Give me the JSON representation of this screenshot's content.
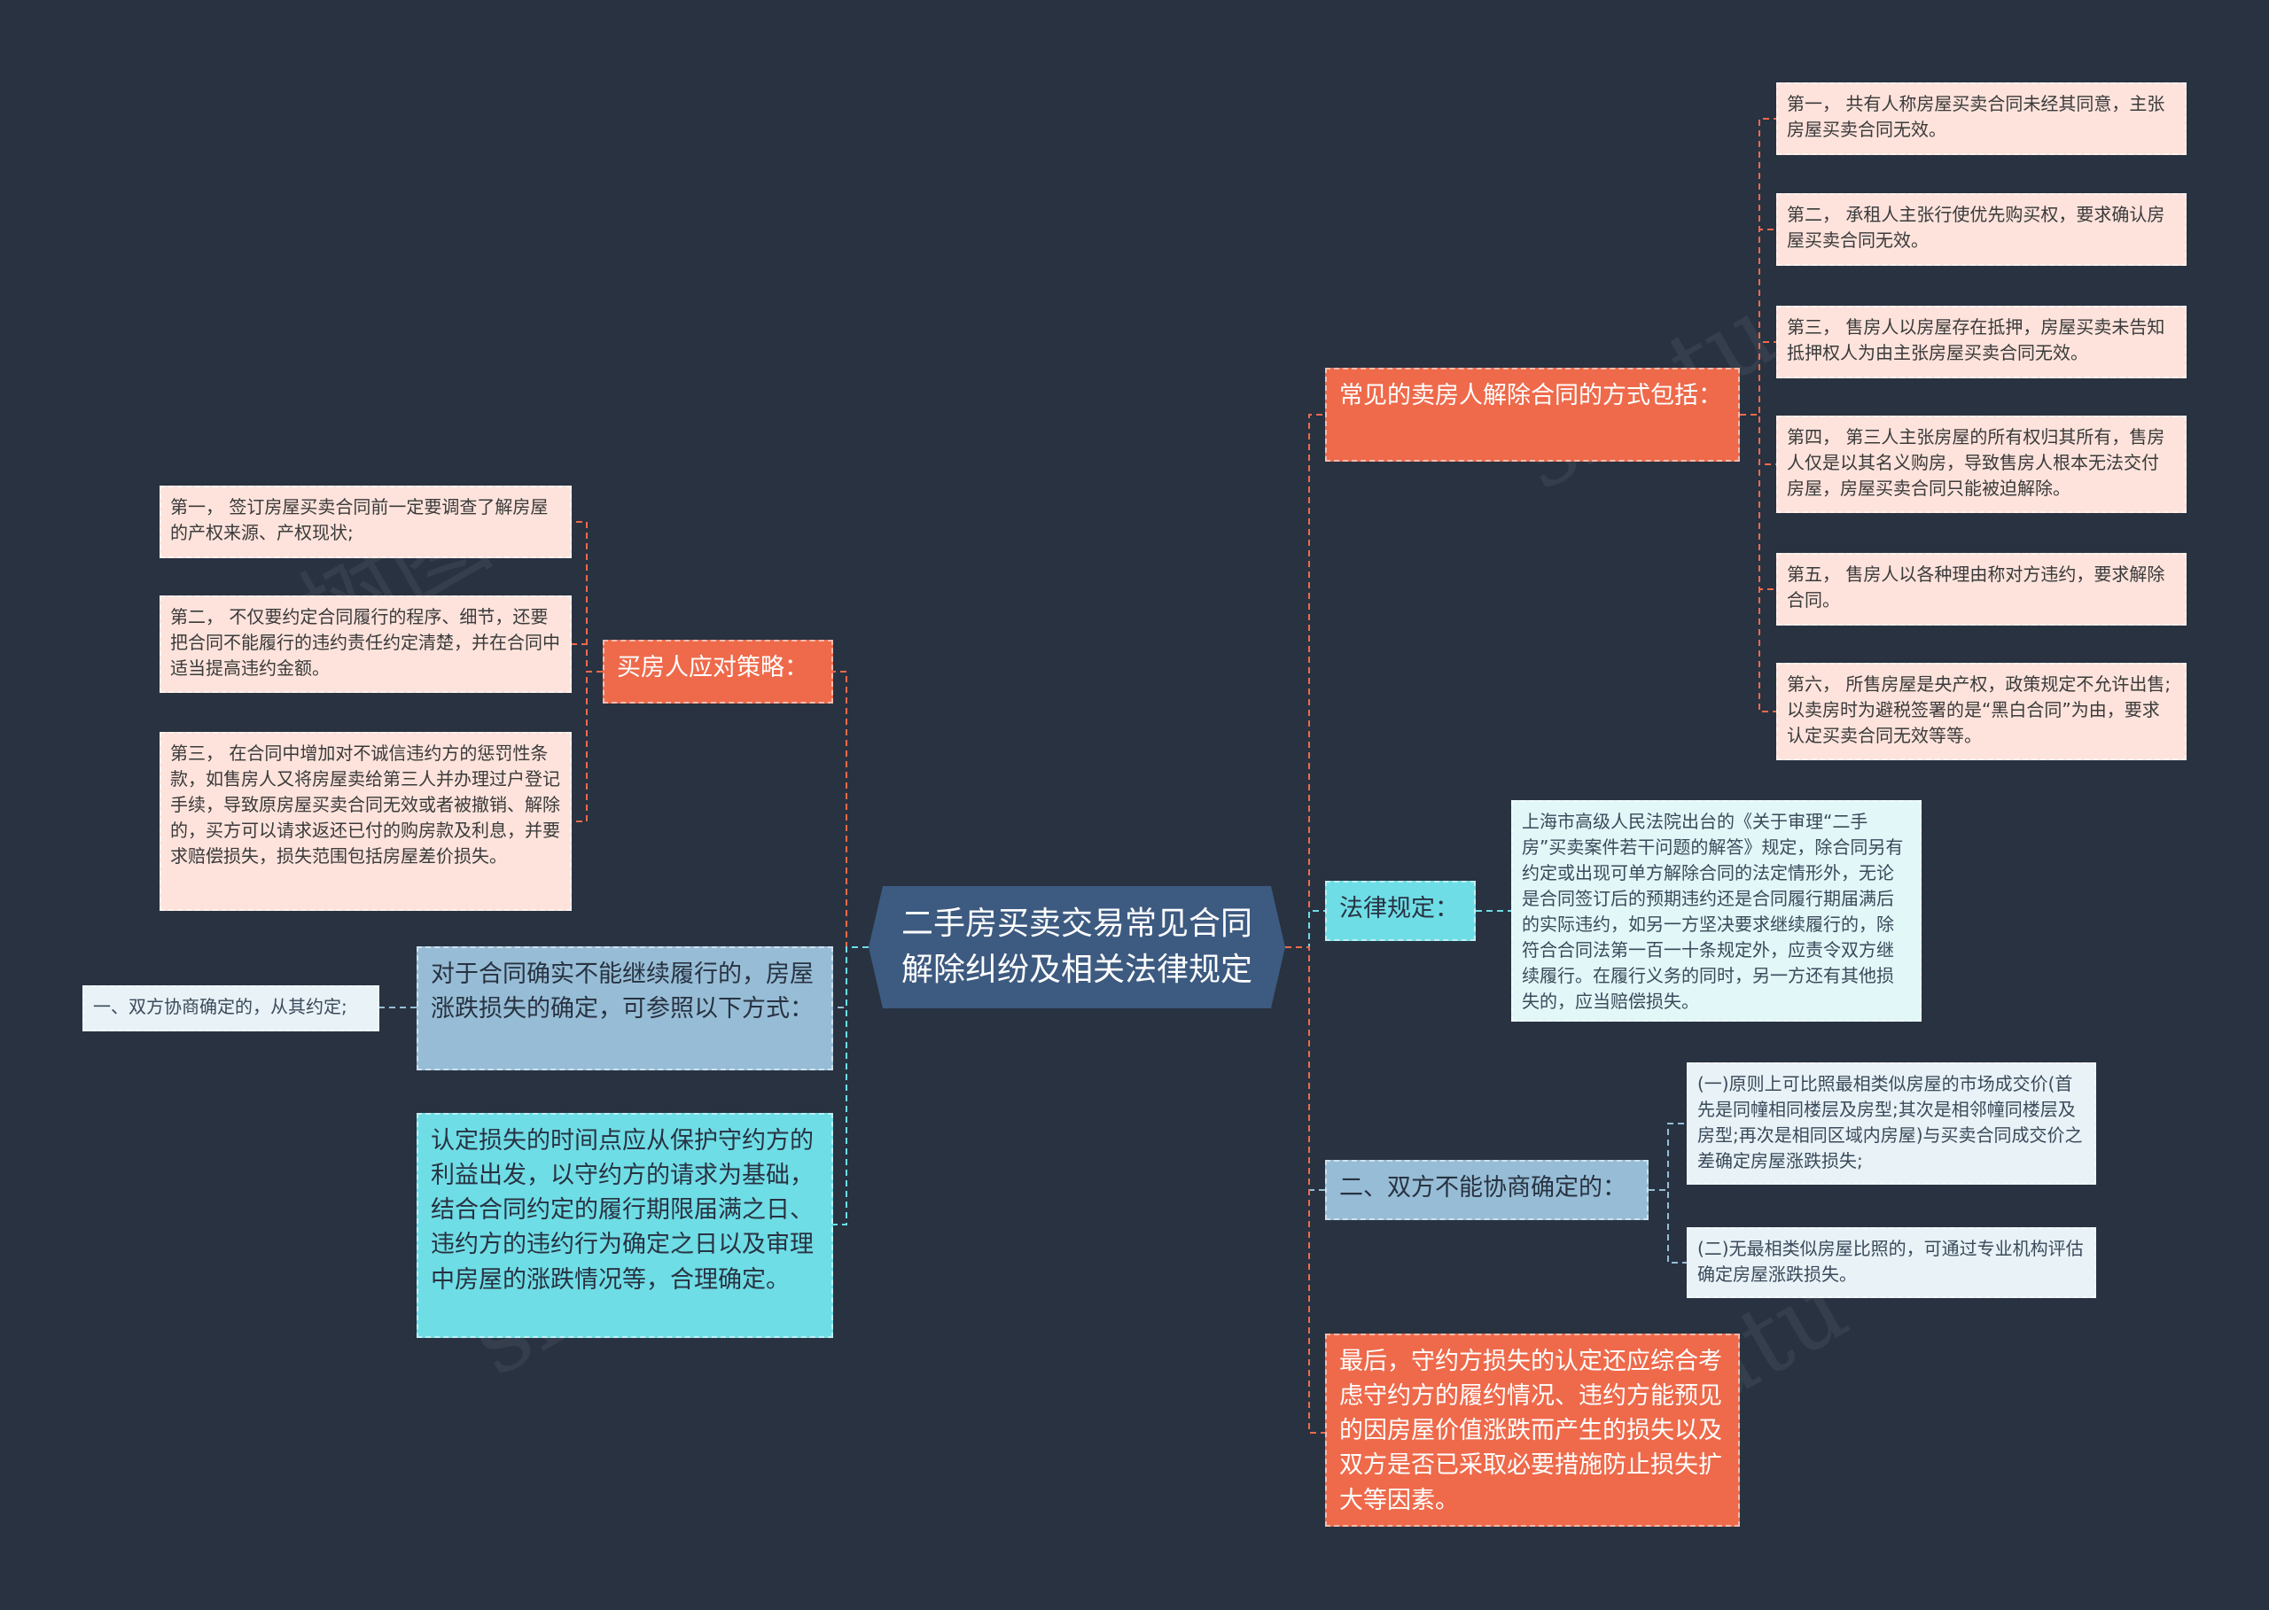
{
  "center": {
    "title": "二手房买卖交易常见合同解除纠纷及相关法律规定"
  },
  "left": {
    "buyer": {
      "label": "买房人应对策略：",
      "items": [
        "第一， 签订房屋买卖合同前一定要调查了解房屋的产权来源、产权现状;",
        "第二， 不仅要约定合同履行的程序、细节，还要把合同不能履行的违约责任约定清楚，并在合同中适当提高违约金额。",
        "第三， 在合同中增加对不诚信违约方的惩罚性条款，如售房人又将房屋卖给第三人并办理过户登记手续，导致原房屋买卖合同无效或者被撤销、解除的，买方可以请求返还已付的购房款及利息，并要求赔偿损失，损失范围包括房屋差价损失。"
      ]
    },
    "loss": {
      "label": "对于合同确实不能继续履行的，房屋涨跌损失的确定，可参照以下方式：",
      "items": [
        "一、双方协商确定的，从其约定;"
      ]
    },
    "time": {
      "label": "认定损失的时间点应从保护守约方的利益出发，以守约方的请求为基础，结合合同约定的履行期限届满之日、违约方的违约行为确定之日以及审理中房屋的涨跌情况等，合理确定。"
    }
  },
  "right": {
    "seller": {
      "label": "常见的卖房人解除合同的方式包括：",
      "items": [
        "第一， 共有人称房屋买卖合同未经其同意，主张房屋买卖合同无效。",
        "第二， 承租人主张行使优先购买权，要求确认房屋买卖合同无效。",
        "第三， 售房人以房屋存在抵押，房屋买卖未告知抵押权人为由主张房屋买卖合同无效。",
        "第四， 第三人主张房屋的所有权归其所有，售房人仅是以其名义购房，导致售房人根本无法交付房屋，房屋买卖合同只能被迫解除。",
        "第五， 售房人以各种理由称对方违约，要求解除合同。",
        "第六， 所售房屋是央产权，政策规定不允许出售;以卖房时为避税签署的是“黑白合同”为由，要求认定买卖合同无效等等。"
      ]
    },
    "law": {
      "label": "法律规定：",
      "items": [
        "上海市高级人民法院出台的《关于审理“二手房”买卖案件若干问题的解答》规定，除合同另有约定或出现可单方解除合同的法定情形外，无论是合同签订后的预期违约还是合同履行期届满后的实际违约，如另一方坚决要求继续履行的，除符合合同法第一百一十条规定外，应责令双方继续履行。在履行义务的同时，另一方还有其他损失的，应当赔偿损失。"
      ]
    },
    "noagree": {
      "label": "二、双方不能协商确定的：",
      "items": [
        "(一)原则上可比照最相类似房屋的市场成交价(首先是同幢相同楼层及房型;其次是相邻幢同楼层及房型;再次是相同区域内房屋)与买卖合同成交价之差确定房屋涨跌损失;",
        "(二)无最相类似房屋比照的，可通过专业机构评估确定房屋涨跌损失。"
      ]
    },
    "final": {
      "label": "最后，守约方损失的认定还应综合考虑守约方的履约情况、违约方能预见的因房屋价值涨跌而产生的损失以及双方是否已采取必要措施防止损失扩大等因素。"
    }
  },
  "colors": {
    "red": "#ee6a4b",
    "cyan": "#6fdde6",
    "blue": "#97bdd6",
    "background": "#283241"
  }
}
